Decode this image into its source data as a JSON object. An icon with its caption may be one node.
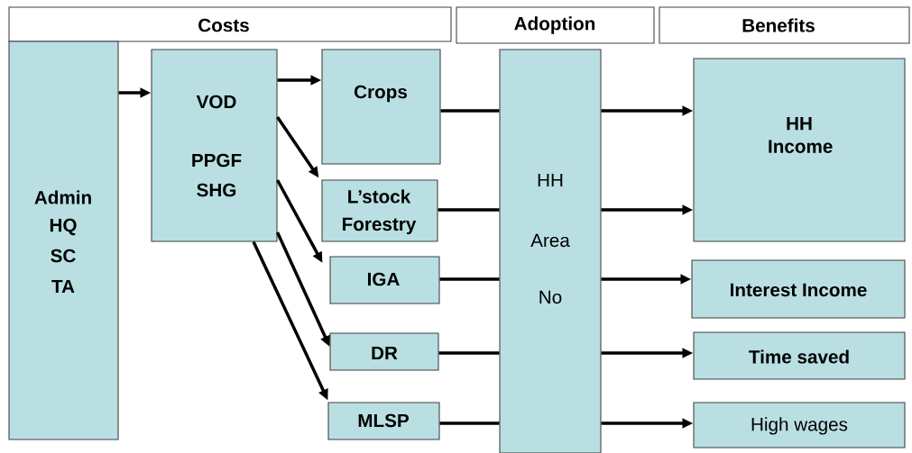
{
  "diagram": {
    "nodes": [
      {
        "text": [
          "Costs"
        ]
      },
      {
        "text": [
          "Adoption"
        ]
      },
      {
        "text": [
          "Benefits"
        ]
      },
      {
        "text": [
          "Admin",
          "HQ",
          "SC",
          "TA"
        ]
      },
      {
        "text": [
          "VOD",
          "PPGF",
          "SHG"
        ]
      },
      {
        "text": [
          "Crops"
        ]
      },
      {
        "text": [
          "L’stock",
          "Forestry"
        ]
      },
      {
        "text": [
          "IGA"
        ]
      },
      {
        "text": [
          "DR"
        ]
      },
      {
        "text": [
          "MLSP"
        ]
      },
      {
        "text": [
          "HH",
          "Area",
          "No"
        ]
      },
      {
        "text": [
          "HH Income"
        ]
      },
      {
        "text": [
          "Interest Income"
        ]
      },
      {
        "text": [
          "Time saved"
        ]
      },
      {
        "text": [
          "High wages"
        ]
      }
    ],
    "edges": [
      {
        "from": 3,
        "to": 4,
        "arrow": "to"
      },
      {
        "from": 4,
        "to": 5,
        "arrow": "to"
      },
      {
        "from": 4,
        "to": 6,
        "arrow": "to"
      },
      {
        "from": 4,
        "to": 7,
        "arrow": "to"
      },
      {
        "from": 4,
        "to": 8,
        "arrow": "to"
      },
      {
        "from": 4,
        "to": 9,
        "arrow": "to"
      },
      {
        "from": 5,
        "to": 10,
        "arrow": "none"
      },
      {
        "from": 6,
        "to": 10,
        "arrow": "none"
      },
      {
        "from": 7,
        "to": 10,
        "arrow": "none"
      },
      {
        "from": 8,
        "to": 10,
        "arrow": "none"
      },
      {
        "from": 9,
        "to": 10,
        "arrow": "none"
      },
      {
        "from": 10,
        "to": 11,
        "arrow": "to"
      },
      {
        "from": 10,
        "to": 11,
        "arrow": "to"
      },
      {
        "from": 10,
        "to": 12,
        "arrow": "to"
      },
      {
        "from": 10,
        "to": 13,
        "arrow": "to"
      },
      {
        "from": 10,
        "to": 14,
        "arrow": "to"
      }
    ]
  }
}
